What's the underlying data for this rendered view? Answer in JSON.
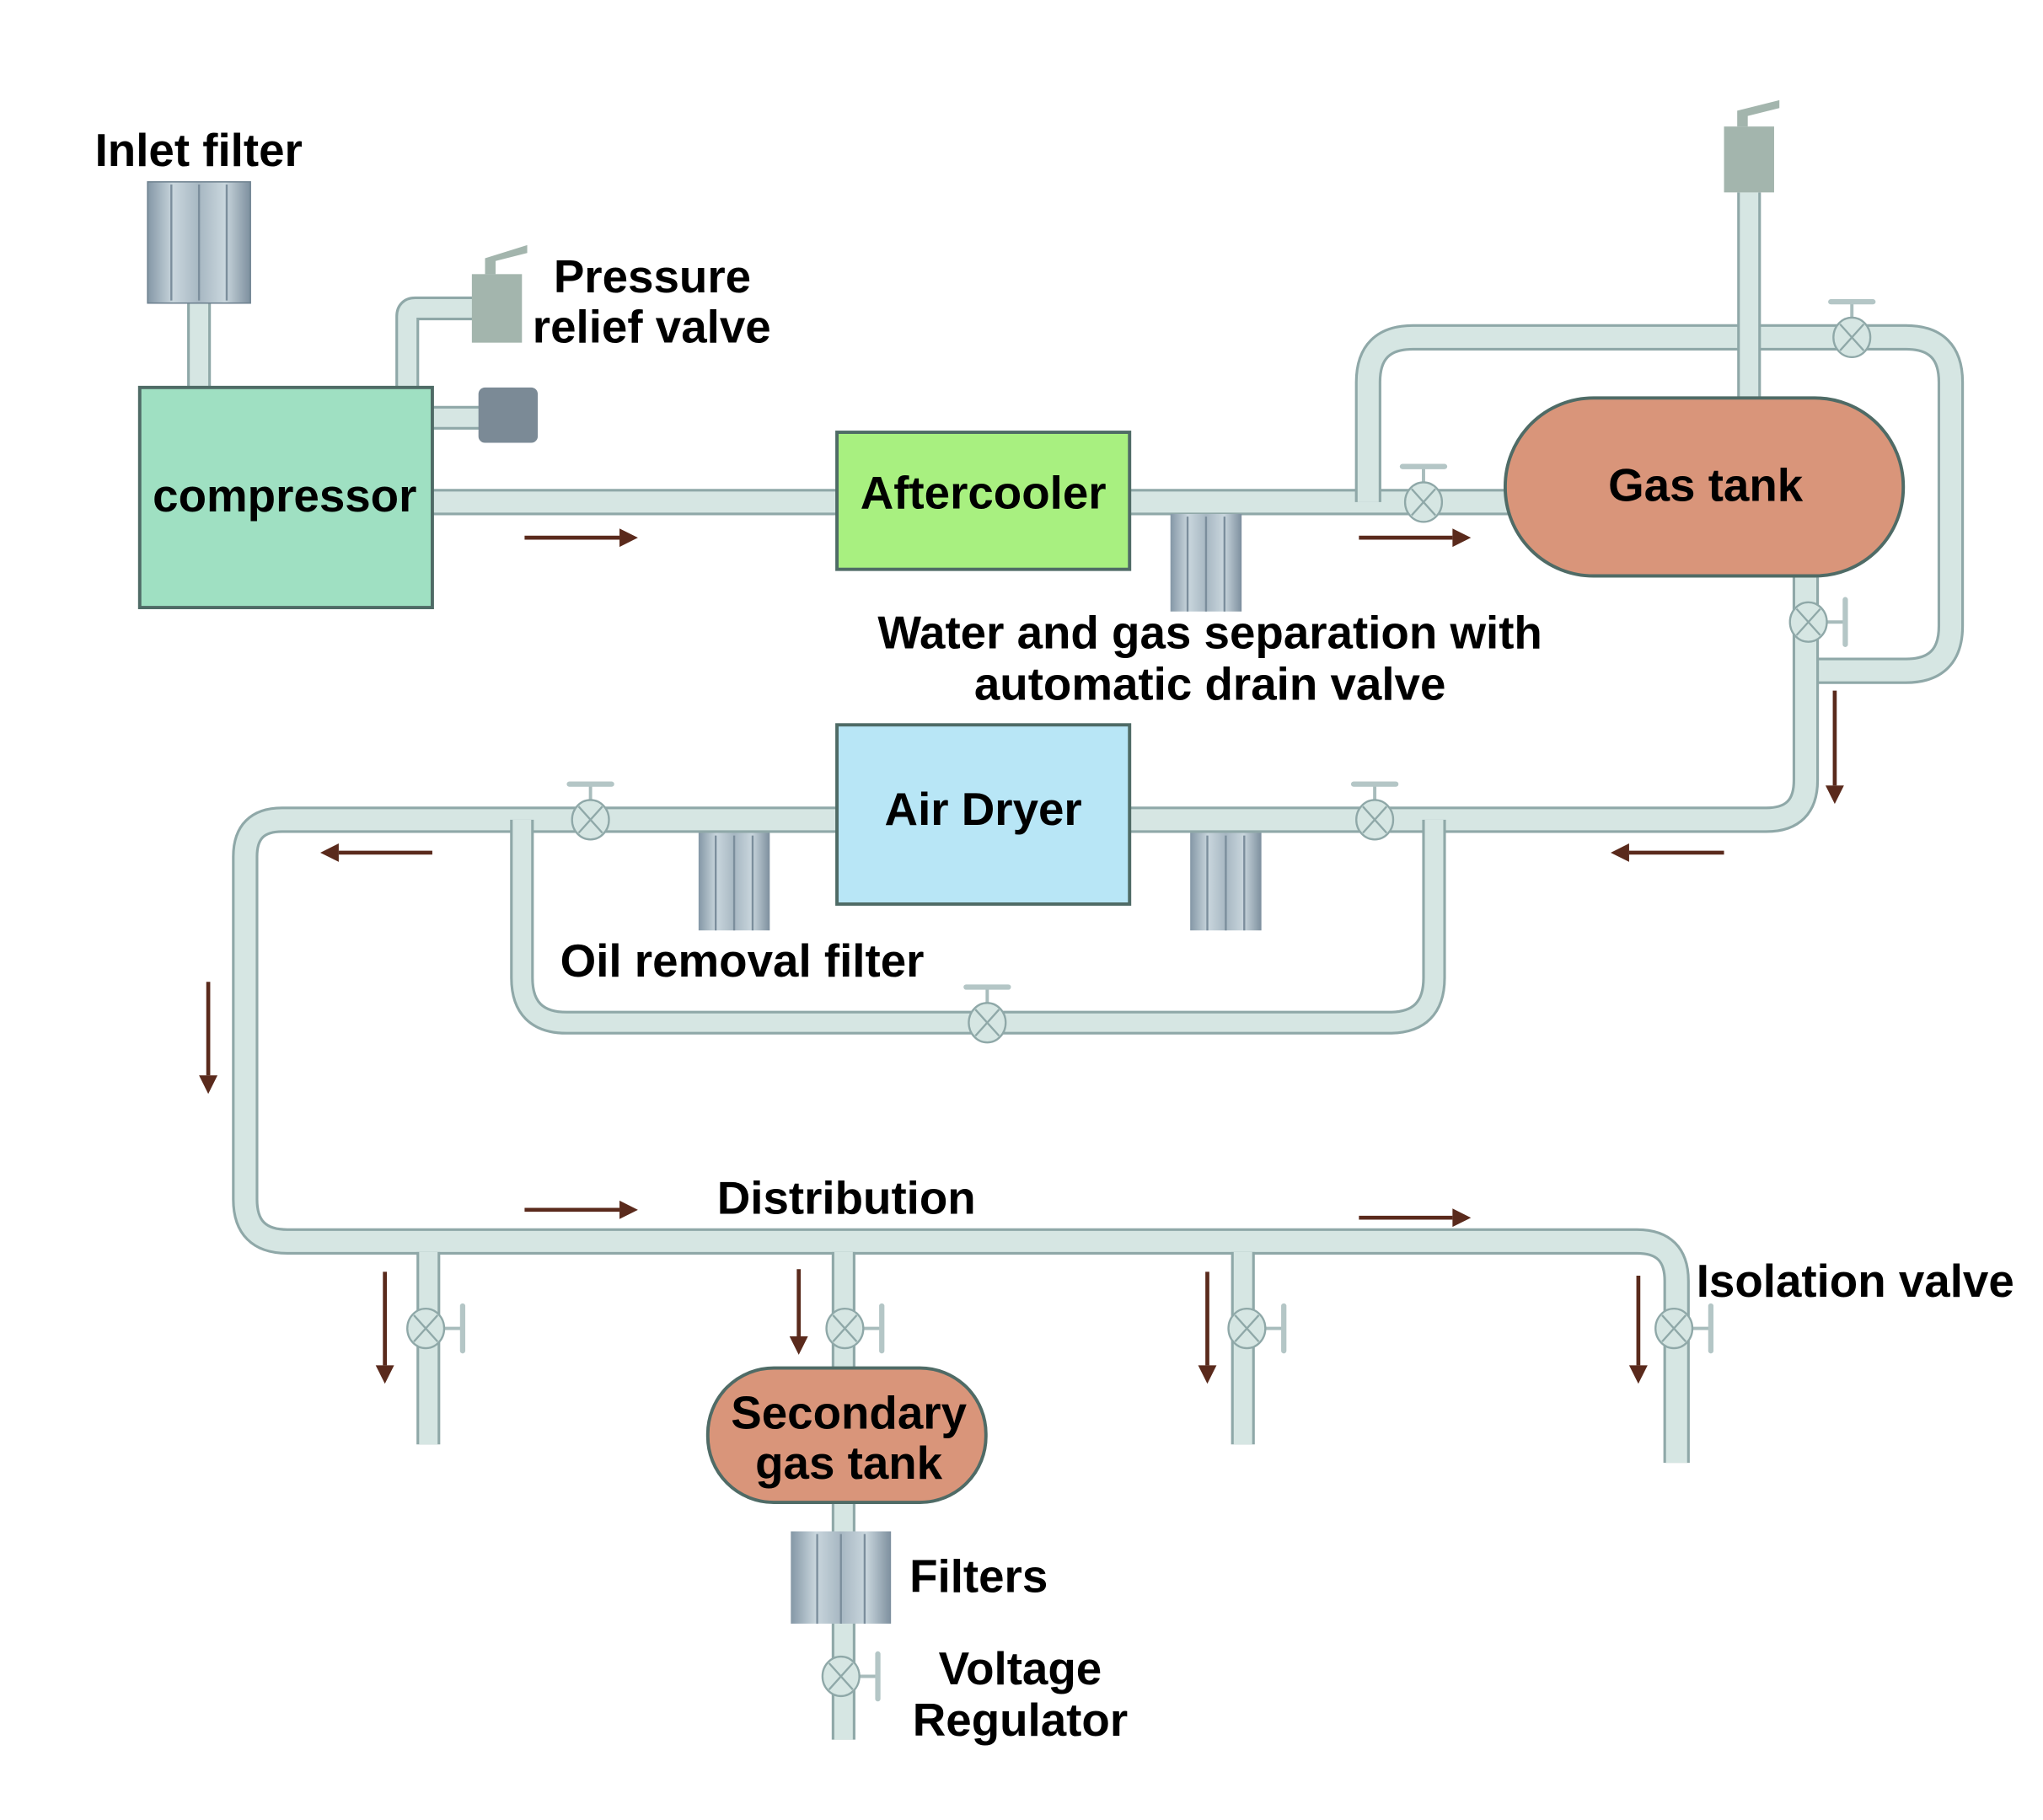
{
  "diagram": {
    "title": "Compressed air system",
    "colors": {
      "compressor": "#9fe0c2",
      "aftercooler": "#a8f080",
      "air_dryer": "#b8e6f6",
      "gas_tank": "#d9957a",
      "secondary_tank": "#d9957a",
      "pipe": "#d6e6e3",
      "pipe_edge": "#8fa8a8",
      "filter": "#9fb0bc",
      "relief_valve": "#a3b5ad",
      "flow_arrow": "#5a2a1c"
    },
    "components": {
      "inlet_filter": "Inlet filter",
      "pressure_relief_valve_line1": "Pressure",
      "pressure_relief_valve_line2": "relief valve",
      "compressor": "compressor",
      "aftercooler": "Aftercooler",
      "gas_tank": "Gas tank",
      "separator_line1": "Water and gas separation with",
      "separator_line2": "automatic drain valve",
      "air_dryer": "Air Dryer",
      "oil_removal_filter": "Oil removal filter",
      "distribution": "Distribution",
      "isolation_valve": "Isolation valve",
      "secondary_tank_line1": "Secondary",
      "secondary_tank_line2": "gas tank",
      "filters": "Filters",
      "regulator_line1": "Voltage",
      "regulator_line2": "Regulator"
    },
    "flow": [
      "compressor",
      "Aftercooler",
      "Water and gas separation with automatic drain valve",
      "Gas tank",
      "Oil removal filter",
      "Air Dryer",
      "Oil removal filter",
      "Distribution",
      "Isolation valve",
      "Secondary gas tank",
      "Filters",
      "Voltage Regulator"
    ]
  }
}
